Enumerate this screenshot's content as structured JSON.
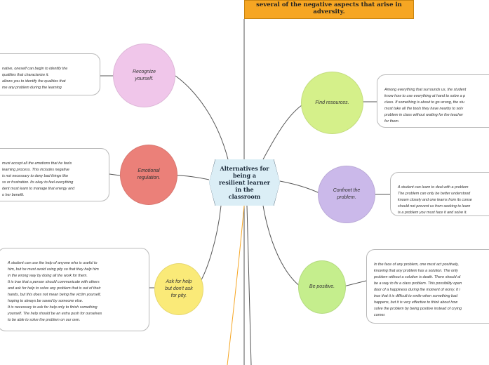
{
  "header": {
    "partial_title": "several of the negative aspects that arise in\nadversity."
  },
  "central_topic": "Alternatives for being a resilient learner in the classroom",
  "colors": {
    "center_fill": "#dbeef6",
    "header_fill": "#f6a623",
    "recognize": "#f0c6ea",
    "emotional": "#eb8079",
    "ask": "#faea78",
    "find": "#d5f08a",
    "confront": "#cbb9ea",
    "positive": "#c5ee8d"
  },
  "branches": {
    "recognize": {
      "label": "Recognize yourself.",
      "note": "native, oneself can begin to identify the\nqualities that characterize it.\nallows you to identify the qualities that\nme any problem during the learning"
    },
    "emotional": {
      "label": "Emotional regulation.",
      "note": "must accept all the emotions that he feels\nlearning process. This includes negative\nis not necessary to deny bad things like\nss or frustration. Its okay to feel everything\ndent must learn to manage that energy and\no her benefit."
    },
    "ask": {
      "label": "Ask for help but don't ask for pity.",
      "note": "A student can use the help of anyone who is useful to\nhim, but he must avoid using pity so that they help him\nin the wrong way by doing all the work for them.\nIt is true that a person should communicate with others\nand ask for help to solve any problem that is out of their\nhands, but this does not mean being the victim yourself,\nhoping to always be saved by someone else.\nIt is necessary to ask for help only to finish something\nyourself. The help should be an extra push for ourselves\nto be able to solve the problem on our own."
    },
    "find": {
      "label": "Find resources.",
      "note": "Among everything that surrounds us, the student\nknow how to use everything at hand to solve a p\nclass. If something is about to go wrong, the stu\nmust take all the tools they have nearby to solv\nproblem in class without waiting for the teacher\nfor them."
    },
    "confront": {
      "label": "Confront the problem.",
      "note": "A student can learn to deal with a problem\nThe problem can only be better understood\nknown closely and one learns from its conse\nshould not prevent us from seeking to learn\nis a problem you must face it and solve it."
    },
    "positive": {
      "label": "Be positive.",
      "note": "In the face of any problem, one must act positively,\nknowing that any problem has a solution. The only\nproblem without a solution is death. There should al\nbe a way to fix a class problem. This possibility open\ndoor of a happiness during the moment of worry. It i\ntrue that it is difficult to smile when something bad\nhappens, but it is very effective to think about how\nsolve the problem by being positive instead of crying\ncorner."
    }
  }
}
